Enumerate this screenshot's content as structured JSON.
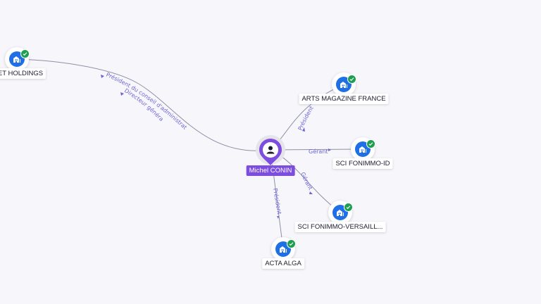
{
  "center": {
    "name": "Michel CONIN",
    "icon": "person-icon"
  },
  "companies": [
    {
      "id": "holdings",
      "name": "ET HOLDINGS",
      "icon": "building-icon",
      "verified": true
    },
    {
      "id": "arts",
      "name": "ARTS MAGAZINE FRANCE",
      "icon": "building-icon",
      "verified": true
    },
    {
      "id": "fonimmo_id",
      "name": "SCI FONIMMO-ID",
      "icon": "building-icon",
      "verified": true
    },
    {
      "id": "fonimmo_vers",
      "name": "SCI FONIMMO-VERSAILL...",
      "icon": "building-icon",
      "verified": true
    },
    {
      "id": "acta",
      "name": "ACTA ALGA",
      "icon": "building-icon",
      "verified": true
    }
  ],
  "relations": [
    {
      "target": "holdings",
      "labels": [
        "Président du conseil d'administration",
        "Directeur général"
      ]
    },
    {
      "target": "arts",
      "labels": [
        "Président"
      ]
    },
    {
      "target": "fonimmo_id",
      "labels": [
        "Gérant"
      ]
    },
    {
      "target": "fonimmo_vers",
      "labels": [
        "Gérant"
      ]
    },
    {
      "target": "acta",
      "labels": [
        "Président"
      ]
    }
  ],
  "colors": {
    "company_node": "#1f6fe6",
    "verified_badge": "#1e9e50",
    "person_node": "#7c4dde",
    "relation_label": "#6b63d6",
    "edge": "#8e8ea8"
  }
}
